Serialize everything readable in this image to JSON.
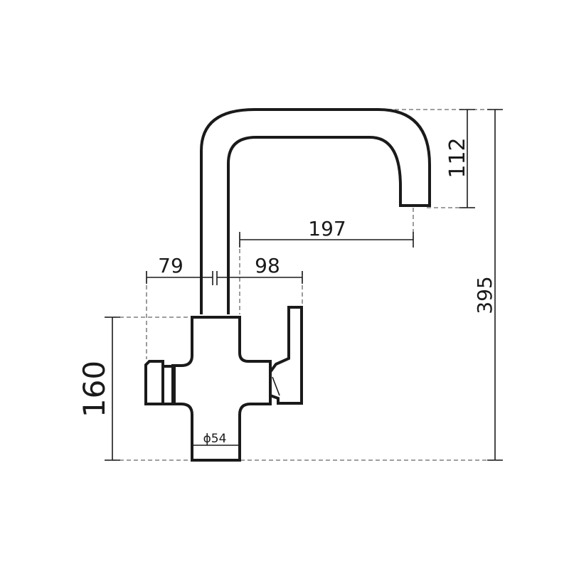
{
  "dimensions": {
    "spout_drop": "112",
    "total_height": "395",
    "spout_reach": "197",
    "left_reach": "79",
    "right_reach": "98",
    "body_height": "160",
    "base_diameter": "ϕ54"
  },
  "colors": {
    "line": "#1a1a1a",
    "extension": "#666666",
    "background": "#ffffff"
  }
}
